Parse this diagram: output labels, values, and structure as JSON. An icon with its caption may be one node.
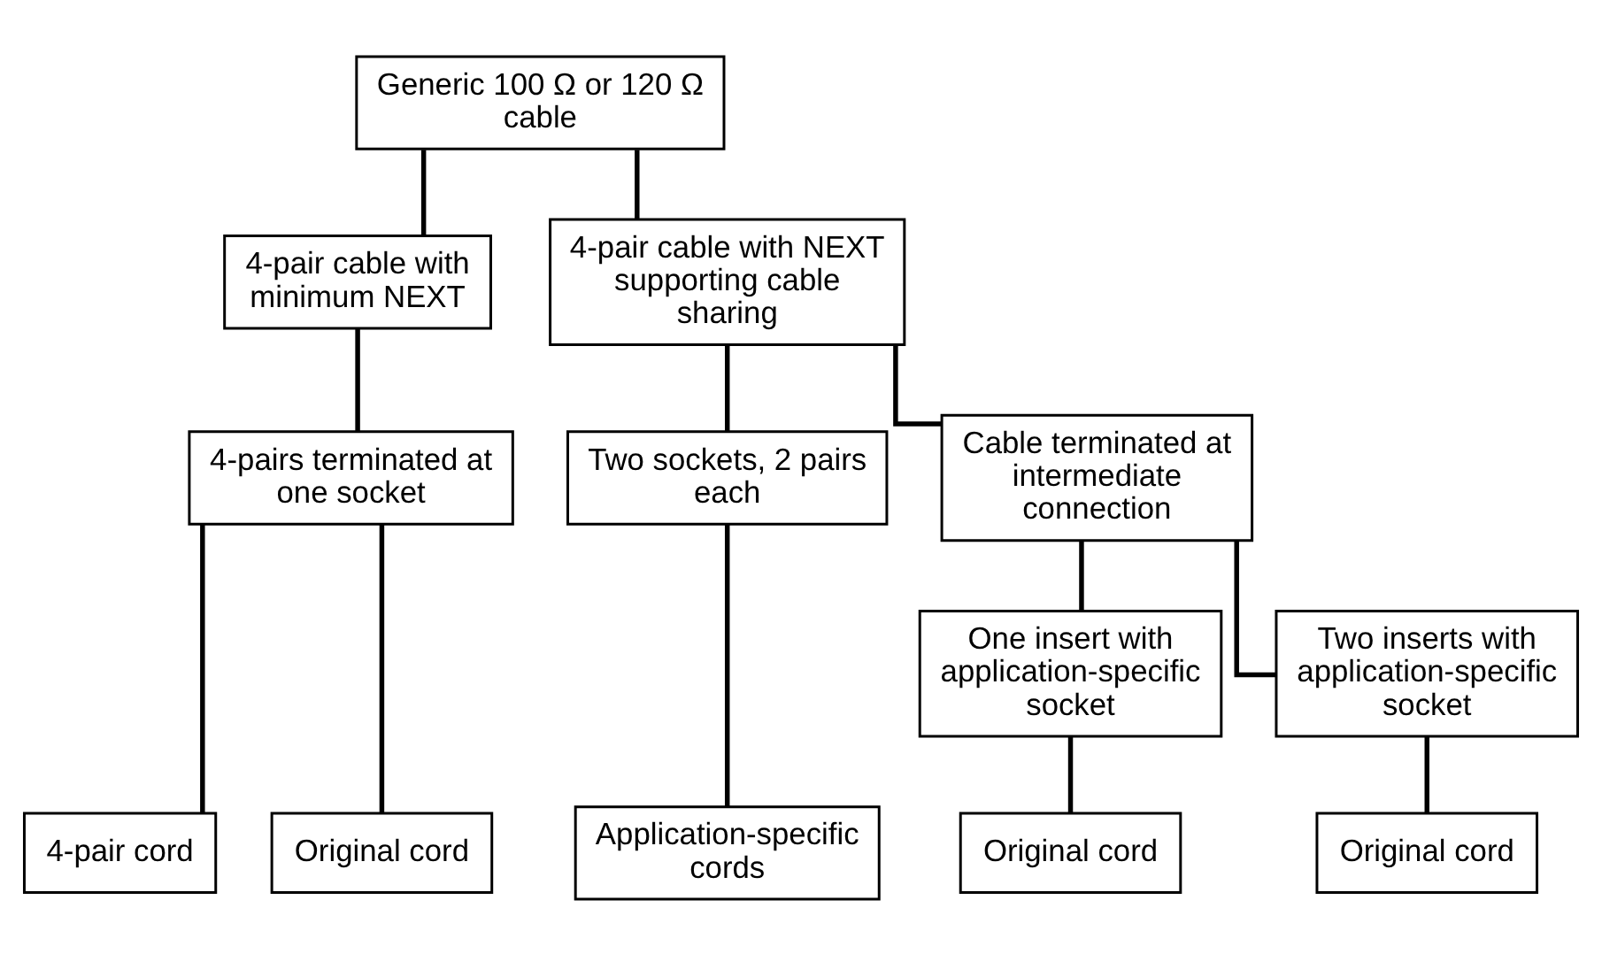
{
  "diagram": {
    "nodes": [
      {
        "text": [
          "Generic 100 Ω or 120 Ω cable"
        ]
      },
      {
        "text": [
          "4-pair cable with minimum NEXT"
        ]
      },
      {
        "text": [
          "4-pair cable with NEXT supporting cable sharing"
        ]
      },
      {
        "text": [
          "4-pairs terminated at one socket"
        ]
      },
      {
        "text": [
          "Two sockets, 2 pairs each"
        ]
      },
      {
        "text": [
          "Cable terminated at intermediate connection"
        ]
      },
      {
        "text": [
          "4-pair cord"
        ]
      },
      {
        "text": [
          "Original cord"
        ]
      },
      {
        "text": [
          "One insert with application-specific socket"
        ]
      },
      {
        "text": [
          "Two inserts with application-specific socket"
        ]
      },
      {
        "text": [
          "Application-specific cords"
        ]
      },
      {
        "text": [
          "Original cord"
        ]
      },
      {
        "text": [
          "Original cord"
        ]
      }
    ],
    "edges": [
      {
        "from": 0,
        "to": 1,
        "arrow": "none"
      },
      {
        "from": 0,
        "to": 2,
        "arrow": "none"
      },
      {
        "from": 1,
        "to": 3,
        "arrow": "none"
      },
      {
        "from": 2,
        "to": 4,
        "arrow": "none"
      },
      {
        "from": 2,
        "to": 5,
        "arrow": "none"
      },
      {
        "from": 3,
        "to": 6,
        "arrow": "none"
      },
      {
        "from": 3,
        "to": 7,
        "arrow": "none"
      },
      {
        "from": 4,
        "to": 10,
        "arrow": "none"
      },
      {
        "from": 5,
        "to": 8,
        "arrow": "none"
      },
      {
        "from": 5,
        "to": 9,
        "arrow": "none"
      },
      {
        "from": 8,
        "to": 11,
        "arrow": "none"
      },
      {
        "from": 9,
        "to": 12,
        "arrow": "none"
      }
    ]
  }
}
